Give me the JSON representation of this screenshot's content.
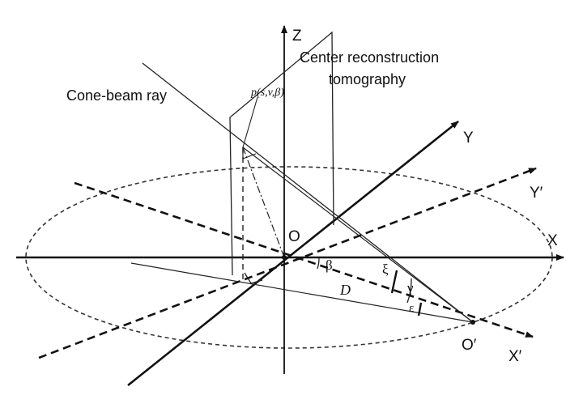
{
  "labels": {
    "z_axis": "Z",
    "y_axis": "Y",
    "y_prime_axis": "Y′",
    "x_axis": "X",
    "x_prime_axis": "X′",
    "origin": "O",
    "o_prime": "O′",
    "center_reconstruction_line1": "Center reconstruction",
    "center_reconstruction_line2": "tomography",
    "cone_beam_ray": "Cone-beam ray",
    "projection": "p(s,v,β)",
    "beta": "β",
    "xi": "ξ",
    "gamma": "γ",
    "epsilon": "ε",
    "distance": "D"
  }
}
